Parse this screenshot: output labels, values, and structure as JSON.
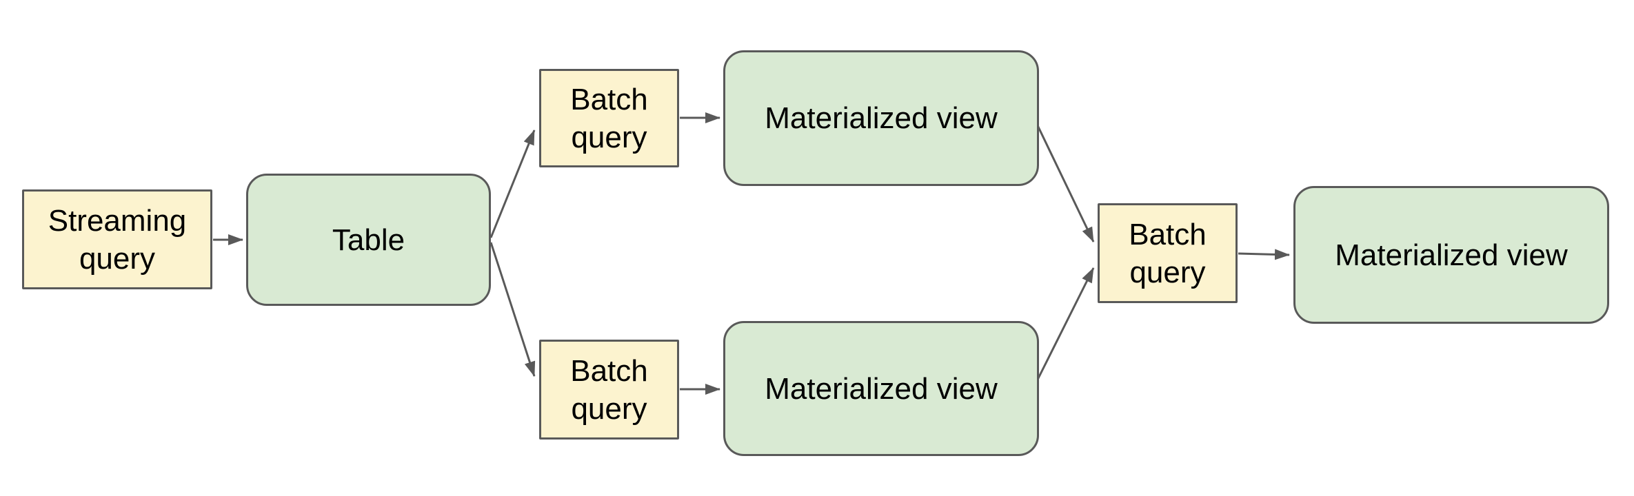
{
  "diagram": {
    "background_color": "#ffffff",
    "colors": {
      "query_box_fill": "#FCF3CF",
      "view_box_fill": "#D9EAD3",
      "box_border": "#595959",
      "arrow": "#595959",
      "label_text": "#000000"
    },
    "nodes": [
      {
        "id": "streaming-query",
        "label": "Streaming query",
        "kind": "query"
      },
      {
        "id": "table",
        "label": "Table",
        "kind": "view"
      },
      {
        "id": "batch-query-top",
        "label": "Batch query",
        "kind": "query"
      },
      {
        "id": "materialized-view-top",
        "label": "Materialized view",
        "kind": "view"
      },
      {
        "id": "batch-query-bottom",
        "label": "Batch query",
        "kind": "query"
      },
      {
        "id": "materialized-view-bottom",
        "label": "Materialized view",
        "kind": "view"
      },
      {
        "id": "batch-query-right",
        "label": "Batch query",
        "kind": "query"
      },
      {
        "id": "materialized-view-right",
        "label": "Materialized view",
        "kind": "view"
      }
    ],
    "edges": [
      {
        "from": "streaming-query",
        "to": "table"
      },
      {
        "from": "table",
        "to": "batch-query-top"
      },
      {
        "from": "table",
        "to": "batch-query-bottom"
      },
      {
        "from": "batch-query-top",
        "to": "materialized-view-top"
      },
      {
        "from": "batch-query-bottom",
        "to": "materialized-view-bottom"
      },
      {
        "from": "materialized-view-top",
        "to": "batch-query-right"
      },
      {
        "from": "materialized-view-bottom",
        "to": "batch-query-right"
      },
      {
        "from": "batch-query-right",
        "to": "materialized-view-right"
      }
    ]
  }
}
